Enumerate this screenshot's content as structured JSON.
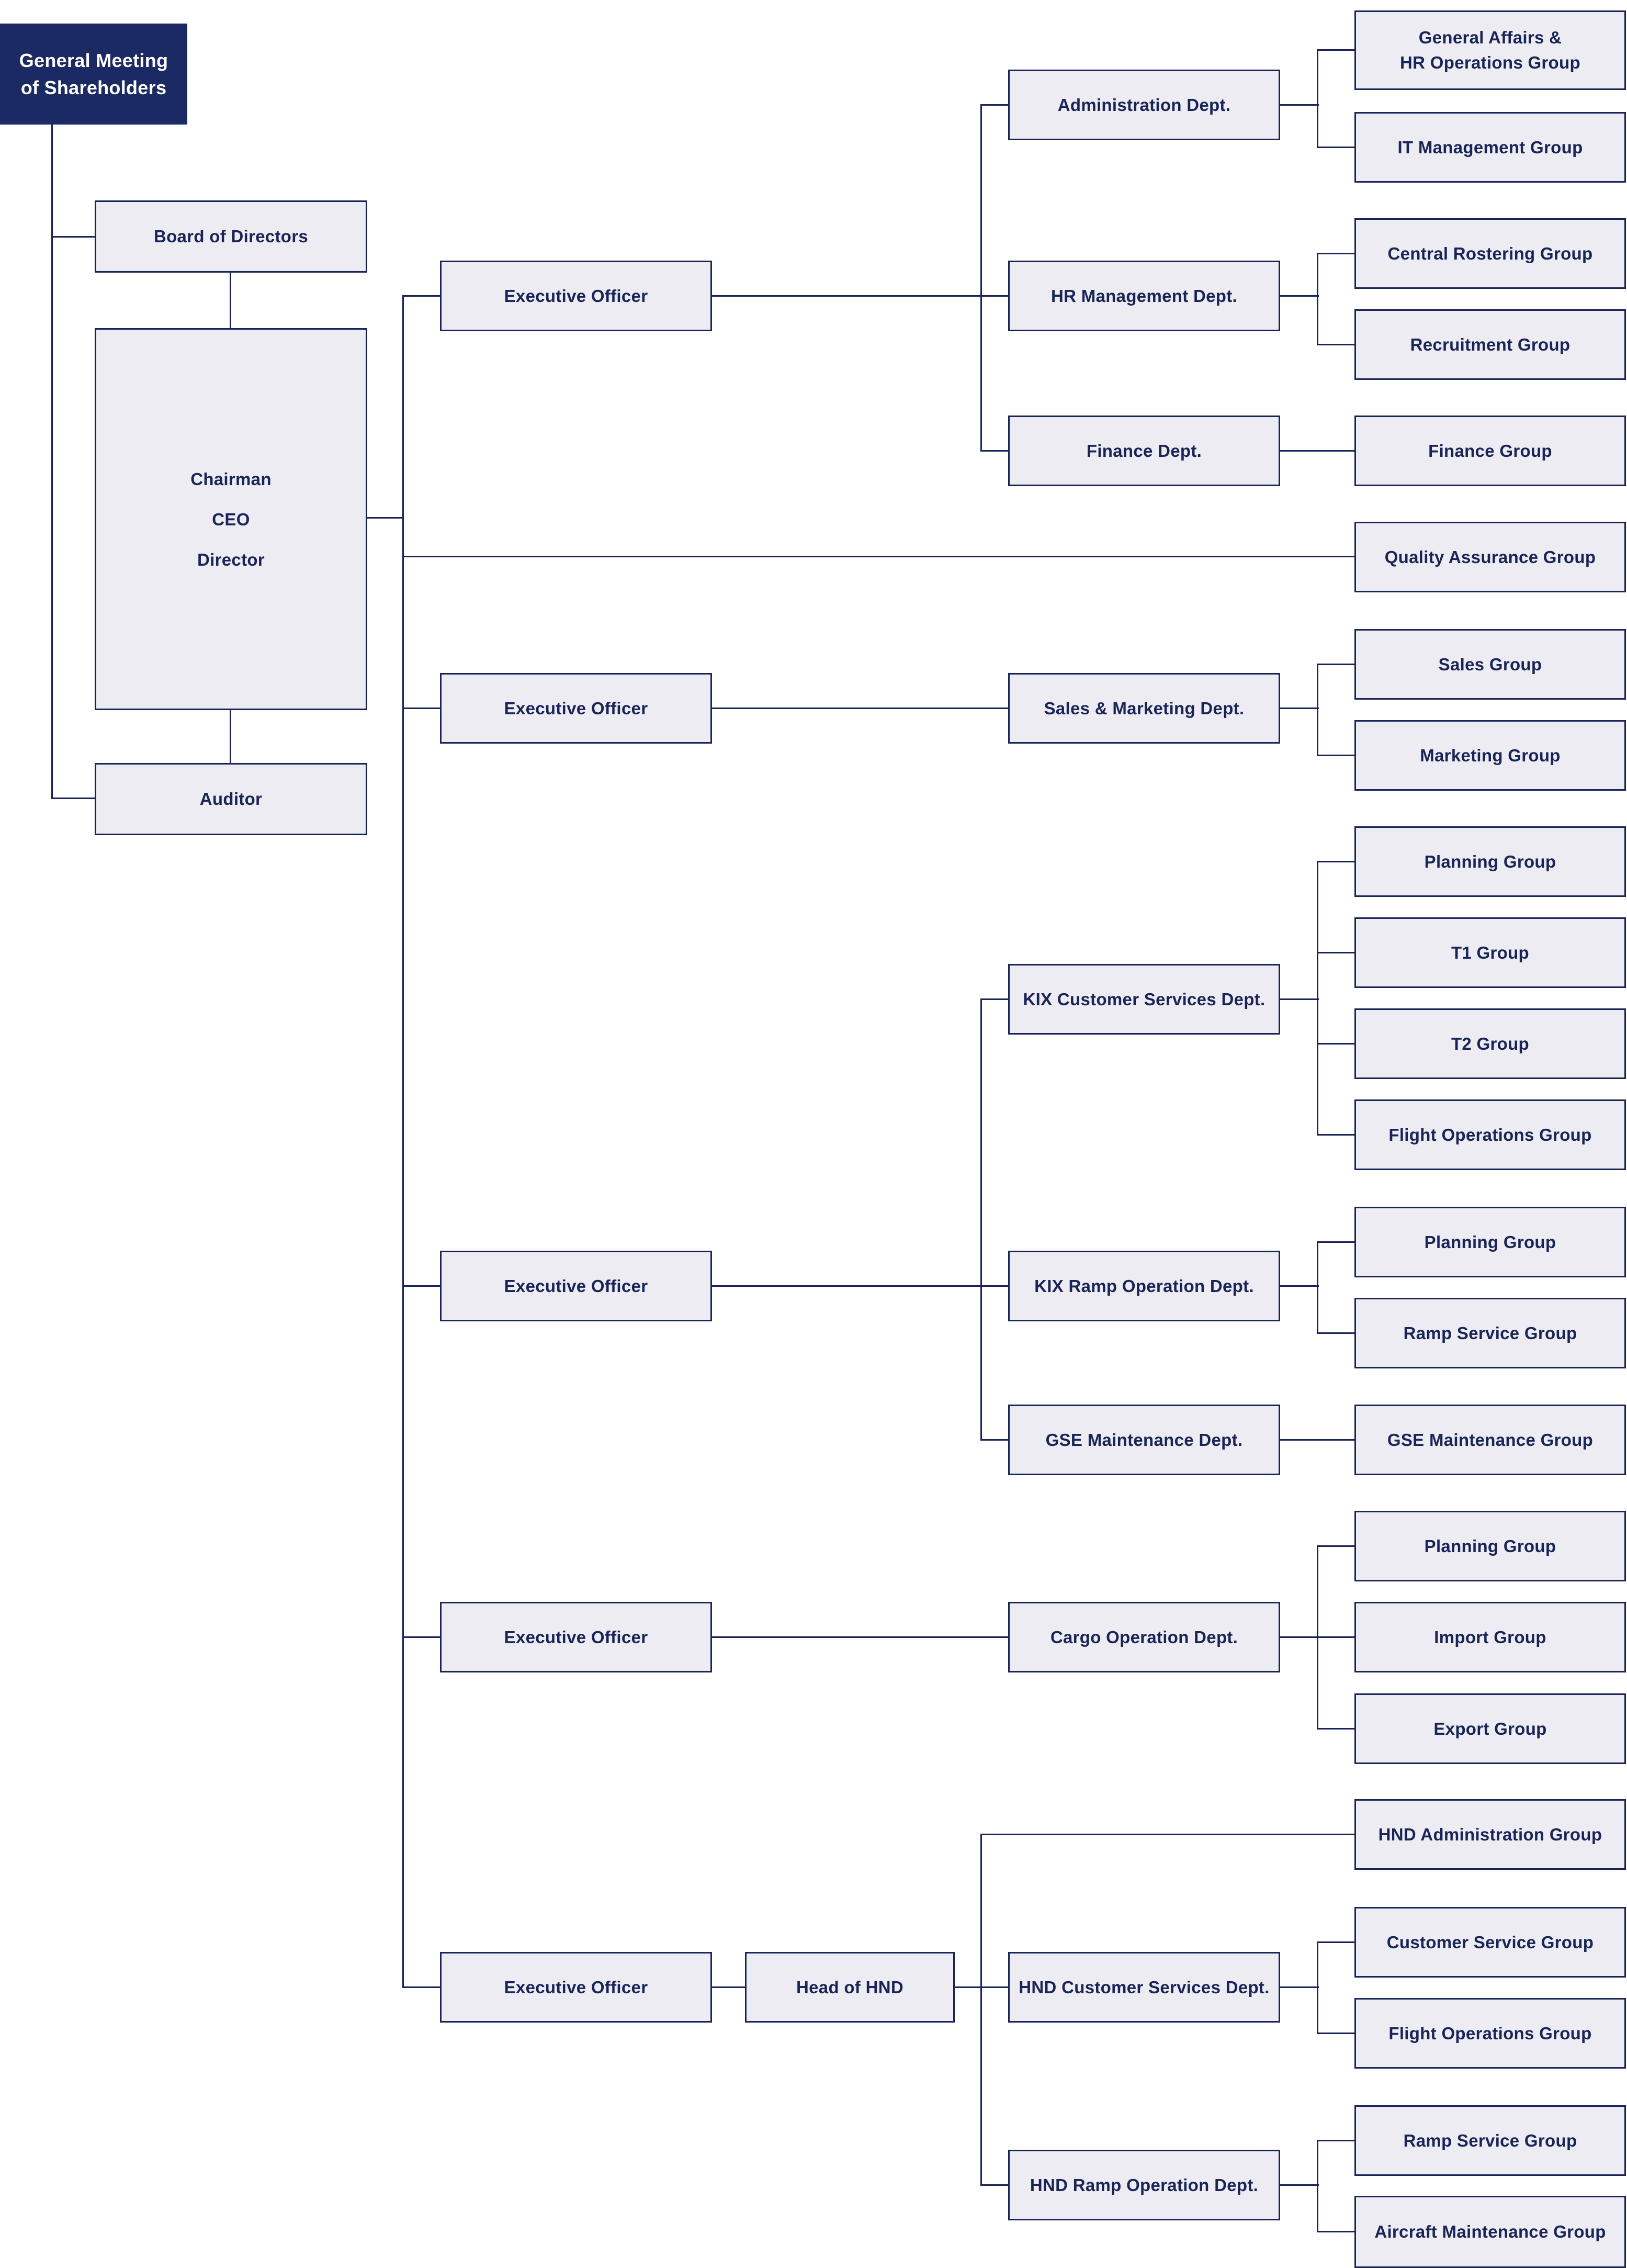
{
  "chart_title": "",
  "colors": {
    "line_and_text_navy": "#192457",
    "box_fill": "#ececf2",
    "dark_box_fill": "#1b2a63",
    "dark_box_text": "#ffffff",
    "background": "#ffffff"
  },
  "nodes": [
    {
      "id": "general-meeting",
      "label": "General Meeting\nof Shareholders",
      "variant": "dark"
    },
    {
      "id": "board",
      "label": "Board of Directors",
      "variant": ""
    },
    {
      "id": "chairman",
      "label": "Chairman\nCEO\nDirector",
      "variant": "chairman"
    },
    {
      "id": "auditor",
      "label": "Auditor",
      "variant": ""
    },
    {
      "id": "eo1",
      "label": "Executive Officer",
      "variant": ""
    },
    {
      "id": "eo2",
      "label": "Executive Officer",
      "variant": ""
    },
    {
      "id": "eo3",
      "label": "Executive Officer",
      "variant": ""
    },
    {
      "id": "eo4",
      "label": "Executive Officer",
      "variant": ""
    },
    {
      "id": "eo5",
      "label": "Executive Officer",
      "variant": ""
    },
    {
      "id": "head-hnd",
      "label": "Head of HND",
      "variant": ""
    },
    {
      "id": "dept-admin",
      "label": "Administration Dept.",
      "variant": ""
    },
    {
      "id": "dept-hr",
      "label": "HR Management Dept.",
      "variant": ""
    },
    {
      "id": "dept-finance",
      "label": "Finance Dept.",
      "variant": ""
    },
    {
      "id": "dept-sales",
      "label": "Sales & Marketing Dept.",
      "variant": ""
    },
    {
      "id": "dept-kix-cs",
      "label": "KIX Customer Services Dept.",
      "variant": ""
    },
    {
      "id": "dept-kix-ramp",
      "label": "KIX Ramp Operation Dept.",
      "variant": ""
    },
    {
      "id": "dept-gse",
      "label": "GSE Maintenance Dept.",
      "variant": ""
    },
    {
      "id": "dept-cargo",
      "label": "Cargo Operation Dept.",
      "variant": ""
    },
    {
      "id": "dept-hnd-cs",
      "label": "HND Customer Services Dept.",
      "variant": ""
    },
    {
      "id": "dept-hnd-ramp",
      "label": "HND Ramp Operation Dept.",
      "variant": ""
    },
    {
      "id": "grp-ga-hr",
      "label": "General Affairs &\nHR Operations Group",
      "variant": ""
    },
    {
      "id": "grp-it",
      "label": "IT Management Group",
      "variant": ""
    },
    {
      "id": "grp-rostering",
      "label": "Central Rostering Group",
      "variant": ""
    },
    {
      "id": "grp-recruit",
      "label": "Recruitment Group",
      "variant": ""
    },
    {
      "id": "grp-finance",
      "label": "Finance Group",
      "variant": ""
    },
    {
      "id": "grp-qa",
      "label": "Quality Assurance Group",
      "variant": ""
    },
    {
      "id": "grp-sales",
      "label": "Sales Group",
      "variant": ""
    },
    {
      "id": "grp-marketing",
      "label": "Marketing Group",
      "variant": ""
    },
    {
      "id": "grp-kixcs-planning",
      "label": "Planning Group",
      "variant": ""
    },
    {
      "id": "grp-t1",
      "label": "T1 Group",
      "variant": ""
    },
    {
      "id": "grp-t2",
      "label": "T2 Group",
      "variant": ""
    },
    {
      "id": "grp-kixcs-flightops",
      "label": "Flight Operations Group",
      "variant": ""
    },
    {
      "id": "grp-kixramp-planning",
      "label": "Planning Group",
      "variant": ""
    },
    {
      "id": "grp-kixramp-rampservice",
      "label": "Ramp Service Group",
      "variant": ""
    },
    {
      "id": "grp-gse",
      "label": "GSE Maintenance Group",
      "variant": ""
    },
    {
      "id": "grp-cargo-planning",
      "label": "Planning Group",
      "variant": ""
    },
    {
      "id": "grp-import",
      "label": "Import Group",
      "variant": ""
    },
    {
      "id": "grp-export",
      "label": "Export Group",
      "variant": ""
    },
    {
      "id": "grp-hnd-admin",
      "label": "HND Administration Group",
      "variant": ""
    },
    {
      "id": "grp-hnd-cs",
      "label": "Customer Service Group",
      "variant": ""
    },
    {
      "id": "grp-hnd-flightops",
      "label": "Flight Operations Group",
      "variant": ""
    },
    {
      "id": "grp-hnd-rampservice",
      "label": "Ramp Service Group",
      "variant": ""
    },
    {
      "id": "grp-aircraft",
      "label": "Aircraft Maintenance Group",
      "variant": ""
    }
  ],
  "edges": [
    [
      "general-meeting",
      "board"
    ],
    [
      "general-meeting",
      "auditor"
    ],
    [
      "board",
      "chairman"
    ],
    [
      "chairman",
      "auditor"
    ],
    [
      "chairman",
      "eo1"
    ],
    [
      "chairman",
      "eo2"
    ],
    [
      "chairman",
      "eo3"
    ],
    [
      "chairman",
      "eo4"
    ],
    [
      "chairman",
      "eo5"
    ],
    [
      "chairman",
      "grp-qa"
    ],
    [
      "eo1",
      "dept-admin"
    ],
    [
      "eo1",
      "dept-hr"
    ],
    [
      "eo1",
      "dept-finance"
    ],
    [
      "dept-admin",
      "grp-ga-hr"
    ],
    [
      "dept-admin",
      "grp-it"
    ],
    [
      "dept-hr",
      "grp-rostering"
    ],
    [
      "dept-hr",
      "grp-recruit"
    ],
    [
      "dept-finance",
      "grp-finance"
    ],
    [
      "eo2",
      "dept-sales"
    ],
    [
      "dept-sales",
      "grp-sales"
    ],
    [
      "dept-sales",
      "grp-marketing"
    ],
    [
      "eo3",
      "dept-kix-cs"
    ],
    [
      "eo3",
      "dept-kix-ramp"
    ],
    [
      "eo3",
      "dept-gse"
    ],
    [
      "dept-kix-cs",
      "grp-kixcs-planning"
    ],
    [
      "dept-kix-cs",
      "grp-t1"
    ],
    [
      "dept-kix-cs",
      "grp-t2"
    ],
    [
      "dept-kix-cs",
      "grp-kixcs-flightops"
    ],
    [
      "dept-kix-ramp",
      "grp-kixramp-planning"
    ],
    [
      "dept-kix-ramp",
      "grp-kixramp-rampservice"
    ],
    [
      "dept-gse",
      "grp-gse"
    ],
    [
      "eo4",
      "dept-cargo"
    ],
    [
      "dept-cargo",
      "grp-cargo-planning"
    ],
    [
      "dept-cargo",
      "grp-import"
    ],
    [
      "dept-cargo",
      "grp-export"
    ],
    [
      "eo5",
      "head-hnd"
    ],
    [
      "head-hnd",
      "grp-hnd-admin"
    ],
    [
      "head-hnd",
      "dept-hnd-cs"
    ],
    [
      "head-hnd",
      "dept-hnd-ramp"
    ],
    [
      "dept-hnd-cs",
      "grp-hnd-cs"
    ],
    [
      "dept-hnd-cs",
      "grp-hnd-flightops"
    ],
    [
      "dept-hnd-ramp",
      "grp-hnd-rampservice"
    ],
    [
      "dept-hnd-ramp",
      "grp-aircraft"
    ]
  ]
}
